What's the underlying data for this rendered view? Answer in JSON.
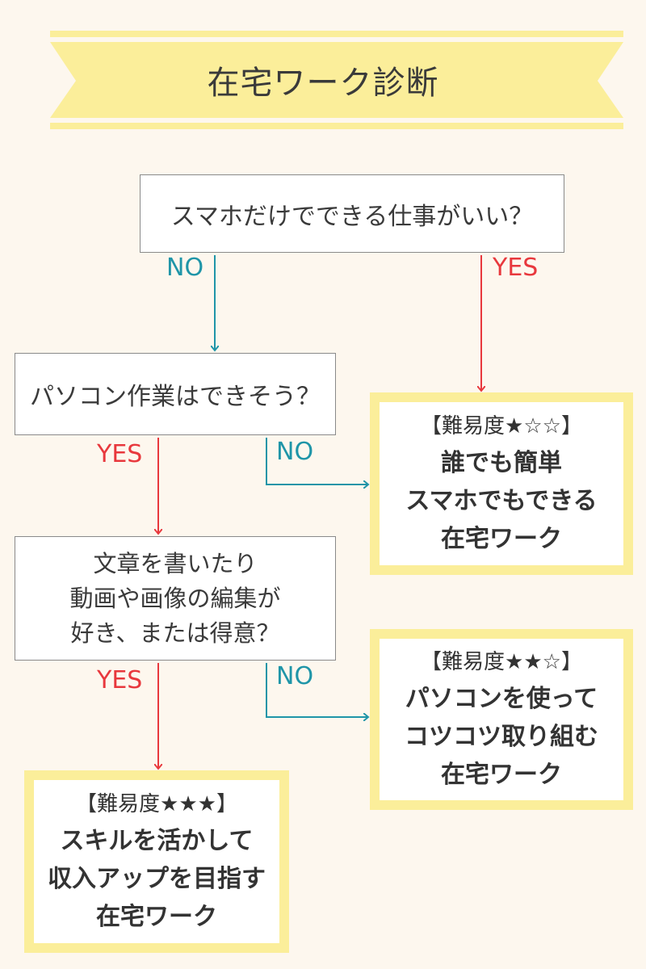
{
  "title": "在宅ワーク診断",
  "questions": {
    "q1": "スマホだけでできる仕事がいい？",
    "q2": "パソコン作業はできそう？",
    "q3": [
      "文章を書いたり",
      "動画や画像の編集が",
      "好き、または得意？"
    ]
  },
  "labels": {
    "no": "NO",
    "yes": "YES"
  },
  "results": {
    "r1": {
      "difficulty": "【難易度★☆☆】",
      "lines": [
        "誰でも簡単",
        "スマホでもできる",
        "在宅ワーク"
      ]
    },
    "r2": {
      "difficulty": "【難易度★★☆】",
      "lines": [
        "パソコンを使って",
        "コツコツ取り組む",
        "在宅ワーク"
      ]
    },
    "r3": {
      "difficulty": "【難易度★★★】",
      "lines": [
        "スキルを活かして",
        "収入アップを目指す",
        "在宅ワーク"
      ]
    }
  },
  "colors": {
    "background": "#fdf7ee",
    "banner": "#fbee9a",
    "no_arrow": "#1f95a8",
    "yes_arrow": "#e8383d",
    "result_border": "#fbee9a"
  }
}
